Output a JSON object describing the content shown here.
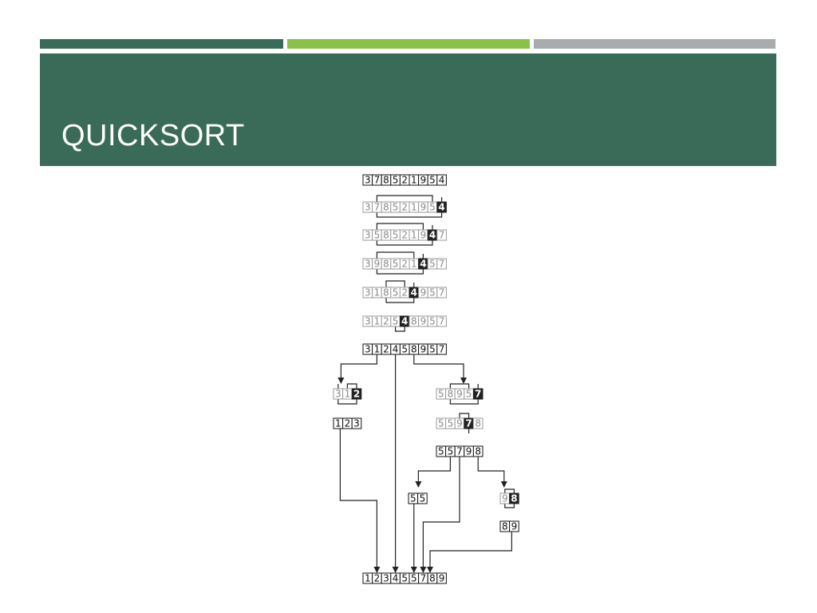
{
  "slide": {
    "title": "QUICKSORT",
    "colors": {
      "accent_dark": "#3a6b58",
      "accent_light": "#8bc04a",
      "accent_gray": "#a9acaf",
      "pivot": "#222222",
      "inactive_digit": "#8a8a8a"
    }
  },
  "diagram": {
    "rows": [
      {
        "digits": [
          3,
          7,
          8,
          5,
          2,
          1,
          9,
          5,
          4
        ],
        "pivot": null,
        "style": "plain"
      },
      {
        "digits": [
          3,
          7,
          8,
          5,
          2,
          1,
          9,
          5,
          4
        ],
        "pivot": 8,
        "style": "light"
      },
      {
        "digits": [
          3,
          5,
          8,
          5,
          2,
          1,
          9,
          4,
          7
        ],
        "pivot": 7,
        "style": "light"
      },
      {
        "digits": [
          3,
          9,
          8,
          5,
          2,
          1,
          4,
          5,
          7
        ],
        "pivot": 6,
        "style": "light"
      },
      {
        "digits": [
          3,
          1,
          8,
          5,
          2,
          4,
          9,
          5,
          7
        ],
        "pivot": 5,
        "style": "light"
      },
      {
        "digits": [
          3,
          1,
          2,
          5,
          4,
          8,
          9,
          5,
          7
        ],
        "pivot": 4,
        "style": "light"
      },
      {
        "digits": [
          3,
          1,
          2,
          4,
          5,
          8,
          9,
          5,
          7
        ],
        "pivot": null,
        "style": "plain"
      },
      {
        "digits": [
          3,
          1,
          2
        ],
        "pivot": 2,
        "style": "light"
      },
      {
        "digits": [
          5,
          8,
          9,
          5,
          7
        ],
        "pivot": 4,
        "style": "light"
      },
      {
        "digits": [
          1,
          2,
          3
        ],
        "pivot": null,
        "style": "plain"
      },
      {
        "digits": [
          5,
          5,
          9,
          7,
          8
        ],
        "pivot": 3,
        "style": "light"
      },
      {
        "digits": [
          5,
          5,
          7,
          9,
          8
        ],
        "pivot": null,
        "style": "plain"
      },
      {
        "digits": [
          5,
          5
        ],
        "pivot": null,
        "style": "plain"
      },
      {
        "digits": [
          9,
          8
        ],
        "pivot": 1,
        "style": "light"
      },
      {
        "digits": [
          8,
          9
        ],
        "pivot": null,
        "style": "plain"
      },
      {
        "digits": [
          1,
          2,
          3,
          4,
          5,
          5,
          7,
          8,
          9
        ],
        "pivot": null,
        "style": "plain"
      }
    ]
  }
}
